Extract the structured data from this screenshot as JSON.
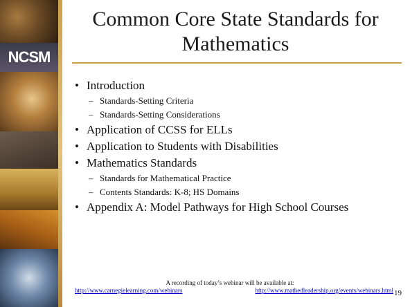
{
  "sidebar": {
    "logo_text": "NCSM"
  },
  "slide": {
    "title": "Common Core State Standards for Mathematics",
    "items": [
      {
        "text": "Introduction",
        "subitems": [
          "Standards-Setting Criteria",
          "Standards-Setting Considerations"
        ]
      },
      {
        "text": "Application of CCSS for ELLs",
        "subitems": []
      },
      {
        "text": "Application to Students with Disabilities",
        "subitems": []
      },
      {
        "text": "Mathematics Standards",
        "subitems": [
          "Standards for Mathematical Practice",
          "Contents Standards: K-8; HS Domains"
        ]
      },
      {
        "text": "Appendix A: Model Pathways for High School Courses",
        "subitems": []
      }
    ]
  },
  "footer": {
    "note": "A recording of today’s webinar will be available at:",
    "link_1": "http://www.carnegielearning.com/webinars",
    "link_2": "http://www.mathedleadership.org/events/webinars.html"
  },
  "page_number": "19"
}
